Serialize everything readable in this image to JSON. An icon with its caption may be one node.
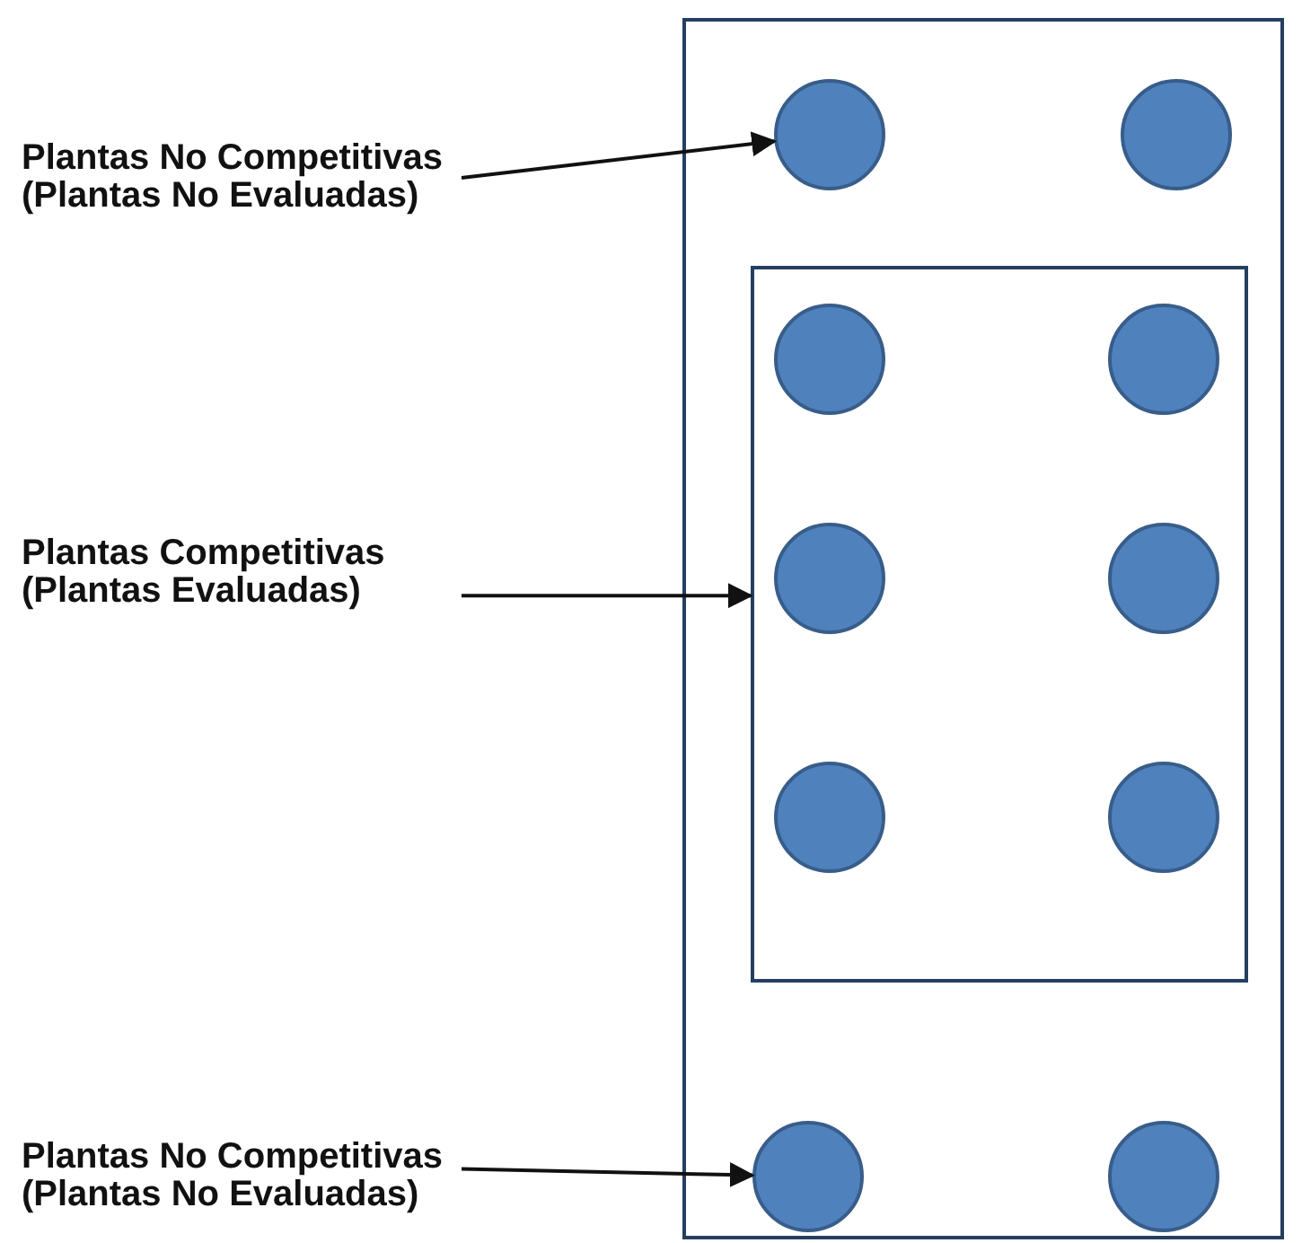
{
  "diagram": {
    "nodes": [
      {
        "text": [
          "Plantas No Competitivas (Plantas No Evaluadas)"
        ]
      },
      {
        "text": [],
        "shape": "box"
      },
      {
        "text": [],
        "shape": "circle",
        "in": 1
      },
      {
        "text": [],
        "shape": "circle",
        "in": 1
      },
      {
        "text": [],
        "shape": "box",
        "in": 1
      },
      {
        "text": [],
        "shape": "circle",
        "in": 4
      },
      {
        "text": [],
        "shape": "circle",
        "in": 4
      },
      {
        "text": [],
        "shape": "circle",
        "in": 4
      },
      {
        "text": [],
        "shape": "circle",
        "in": 4
      },
      {
        "text": [],
        "shape": "circle",
        "in": 4
      },
      {
        "text": [],
        "shape": "circle",
        "in": 4
      },
      {
        "text": [
          "Plantas Competitivas (Plantas Evaluadas)"
        ]
      },
      {
        "text": [
          "Plantas No Competitivas (Plantas No Evaluadas)"
        ]
      },
      {
        "text": [],
        "shape": "circle",
        "in": 1
      },
      {
        "text": [],
        "shape": "circle",
        "in": 1
      }
    ],
    "edges": [
      {
        "from": 0,
        "to": 2,
        "arrow": "to"
      },
      {
        "from": 11,
        "to": 4,
        "arrow": "to"
      },
      {
        "from": 12,
        "to": 13,
        "arrow": "to"
      }
    ]
  }
}
